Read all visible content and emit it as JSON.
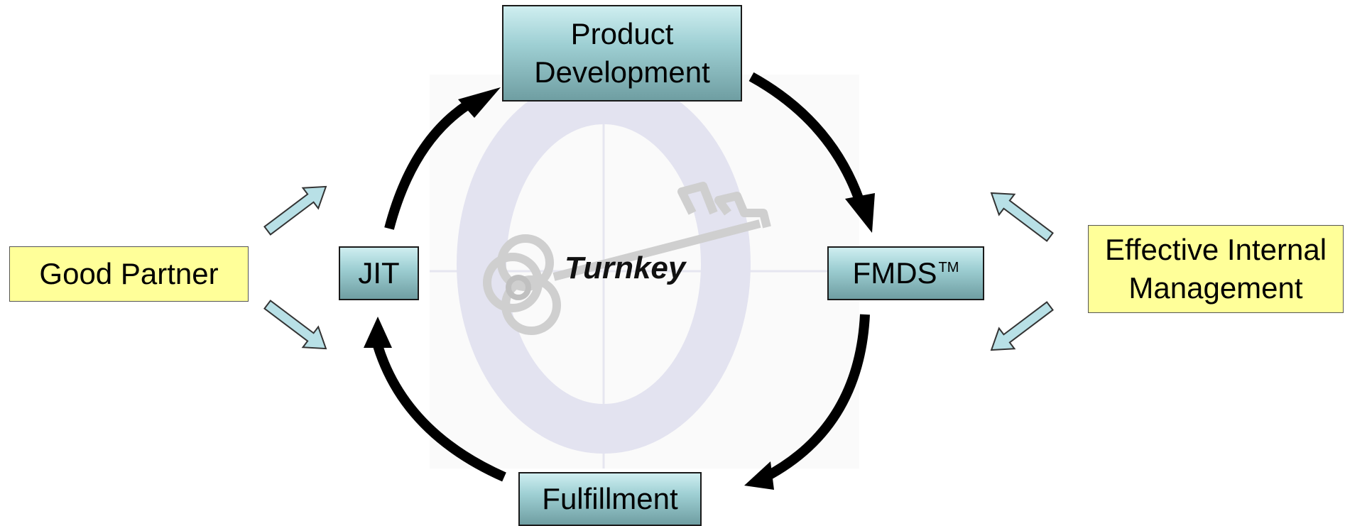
{
  "nodes": {
    "product_development": [
      "Product",
      "Development"
    ],
    "fmds": "FMDS",
    "fmds_superscript": "TM",
    "fulfillment": "Fulfillment",
    "jit": "JIT",
    "good_partner": "Good Partner",
    "effective_internal_management": [
      "Effective Internal",
      "Management"
    ]
  },
  "center_label": "Turnkey",
  "colors": {
    "node_gradient_top": "#cfeef0",
    "node_gradient_bottom": "#6f9ea2",
    "side_box_fill": "#ffff99",
    "input_arrow_fill": "#b8e0e6",
    "cycle_arrow": "#000000",
    "watermark": "#e3e3f0"
  },
  "icons": [
    "key-icon",
    "watermark-logo"
  ]
}
